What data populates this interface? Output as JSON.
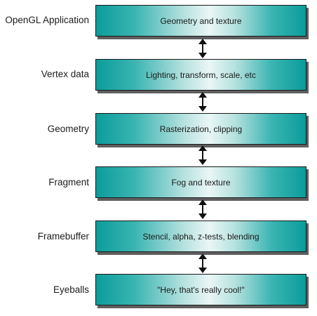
{
  "stages": [
    {
      "label": "OpenGL Application",
      "box_text": "Geometry and texture"
    },
    {
      "label": "Vertex data",
      "box_text": "Lighting, transform, scale, etc"
    },
    {
      "label": "Geometry",
      "box_text": "Rasterization, clipping"
    },
    {
      "label": "Fragment",
      "box_text": "Fog and texture"
    },
    {
      "label": "Framebuffer",
      "box_text": "Stencil, alpha, z-tests, blending"
    },
    {
      "label": "Eyeballs",
      "box_text": "\"Hey, that's really cool!\""
    }
  ],
  "colors": {
    "box_edge": "#0b9c9b",
    "box_center": "#e9f6f5",
    "outline": "#1a1a1a",
    "shadow": "#5f5f5f"
  },
  "connectors": "double-headed-arrow"
}
